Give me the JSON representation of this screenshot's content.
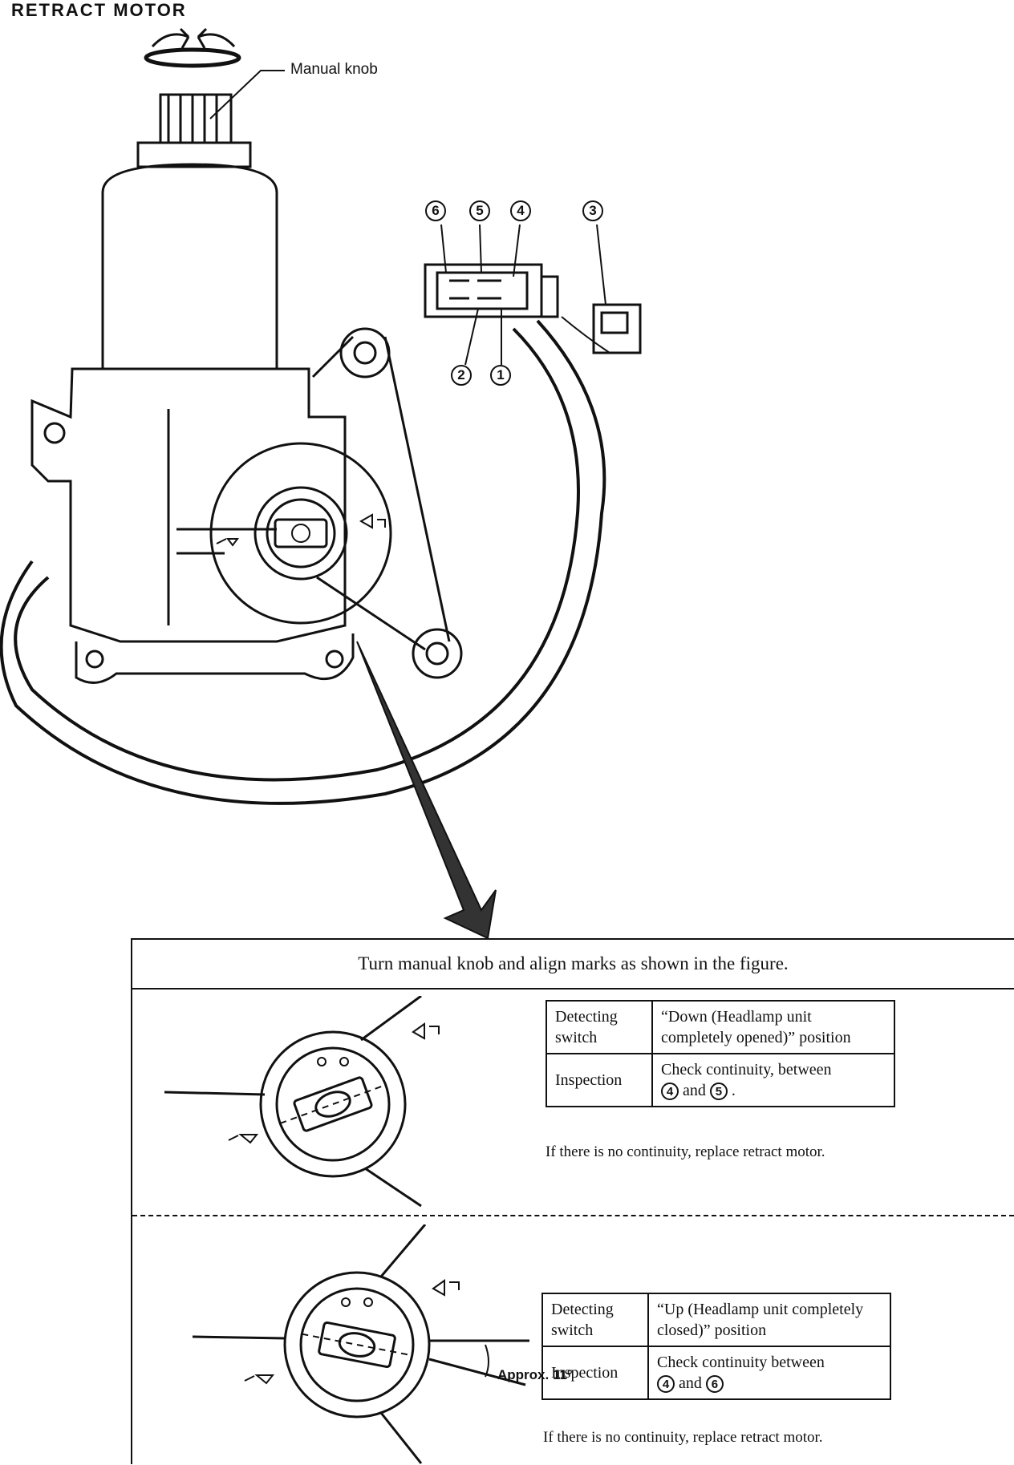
{
  "title": "RETRACT MOTOR",
  "callout": {
    "manual_knob": "Manual knob"
  },
  "pins": [
    "6",
    "5",
    "4",
    "3",
    "2",
    "1"
  ],
  "panel": {
    "header": "Turn manual knob and align marks as shown in the figure.",
    "down": {
      "key1": "Detecting switch",
      "val1": "“Down (Headlamp unit completely opened)” position",
      "key2": "Inspection",
      "val2_pre": "Check continuity, between",
      "val2_a": "4",
      "val2_mid": "and",
      "val2_b": "5",
      "val2_post": ".",
      "note": "If there is no continuity, replace retract motor."
    },
    "up": {
      "key1": "Detecting switch",
      "val1": "“Up (Headlamp unit completely closed)” position",
      "key2": "Inspection",
      "val2_pre": "Check continuity between",
      "val2_a": "4",
      "val2_mid": "and",
      "val2_b": "6",
      "note": "If there is no continuity, replace retract motor.",
      "angle_label": "Approx. 11°"
    }
  }
}
